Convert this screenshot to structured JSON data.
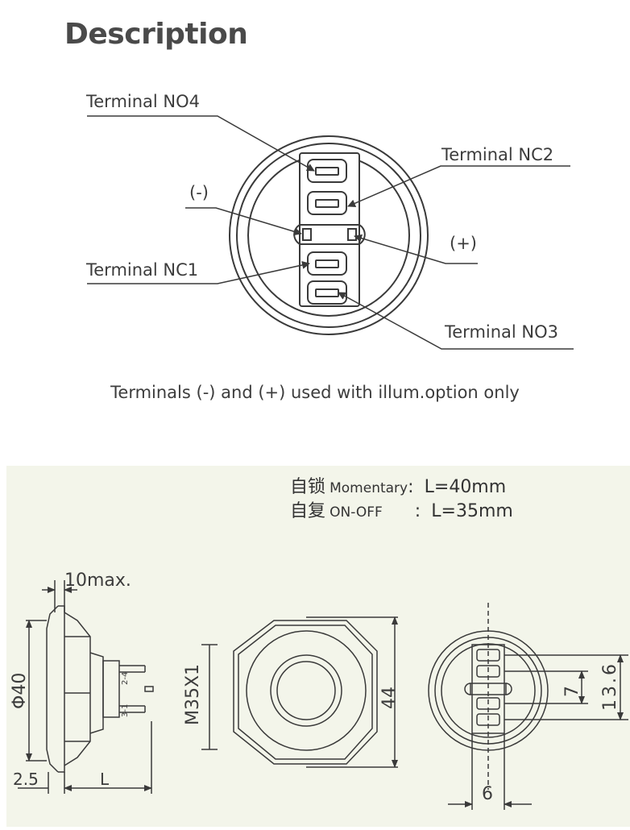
{
  "title": "Description",
  "terminal_diagram": {
    "labels": {
      "no4": "Terminal NO4",
      "nc2": "Terminal NC2",
      "minus": "(-)",
      "plus": "(+)",
      "nc1": "Terminal NC1",
      "no3": "Terminal NO3"
    },
    "note": "Terminals (-) and (+) used with illum.option only"
  },
  "dimension_drawing": {
    "spec": [
      {
        "cn": "自锁",
        "en": "Momentary",
        "sep": ":",
        "value": "L=40mm"
      },
      {
        "cn": "自复",
        "en": "ON-OFF",
        "sep": ":",
        "value": "L=35mm"
      }
    ],
    "dims": {
      "max_depth": "10max.",
      "diameter": "Φ40",
      "thread": "M35X1",
      "flange": "2.5",
      "length": "L",
      "hex": "44",
      "pitch_small": "7",
      "pitch_large": "13.6",
      "width": "6"
    },
    "terminal_markings": [
      "2-4",
      "3-1"
    ]
  },
  "colors": {
    "line": "#3a3a3a",
    "panel_bg": "#f3f5ea",
    "text": "#3c3c3c"
  }
}
